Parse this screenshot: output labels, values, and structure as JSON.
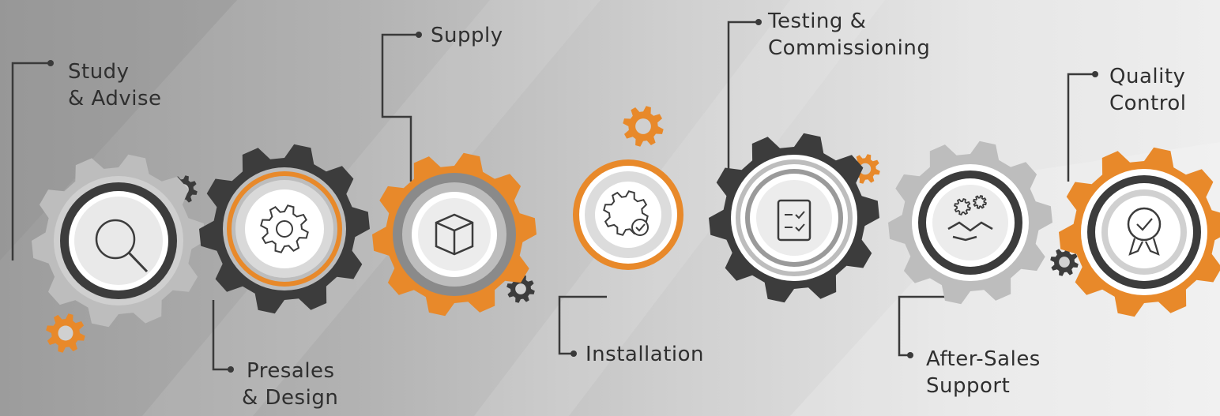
{
  "colors": {
    "orange": "#e8892a",
    "dark": "#3c3c3c",
    "light_gray": "#bdbdbd",
    "mid_gray": "#8a8a8a",
    "white": "#f4f4f4",
    "text": "#2f2f2f"
  },
  "steps": [
    {
      "id": "study",
      "lines": [
        "Study",
        "& Advise"
      ],
      "icon": "magnifier-icon",
      "gear_color": "light_gray",
      "label_position": "top"
    },
    {
      "id": "presales",
      "lines": [
        "Presales",
        "& Design"
      ],
      "icon": "gear-cycle-icon",
      "gear_color": "dark",
      "label_position": "bottom"
    },
    {
      "id": "supply",
      "lines": [
        "Supply"
      ],
      "icon": "box-icon",
      "gear_color": "orange",
      "label_position": "top"
    },
    {
      "id": "installation",
      "lines": [
        "Installation"
      ],
      "icon": "wrench-gear-check-icon",
      "gear_color": "orange-ring",
      "label_position": "bottom"
    },
    {
      "id": "testing",
      "lines": [
        "Testing &",
        "Commissioning"
      ],
      "icon": "clipboard-check-icon",
      "gear_color": "dark",
      "label_position": "top"
    },
    {
      "id": "aftersales",
      "lines": [
        "After-Sales",
        "Support"
      ],
      "icon": "handshake-gears-icon",
      "gear_color": "light_gray",
      "label_position": "bottom"
    },
    {
      "id": "quality",
      "lines": [
        "Quality",
        "Control"
      ],
      "icon": "award-badge-icon",
      "gear_color": "orange",
      "label_position": "top"
    }
  ]
}
